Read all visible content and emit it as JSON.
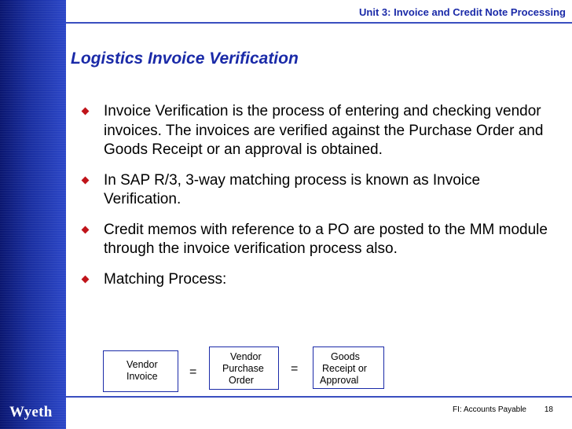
{
  "header": {
    "unit_title": "Unit 3: Invoice and Credit Note Processing"
  },
  "slide": {
    "title": "Logistics Invoice Verification"
  },
  "bullets": [
    {
      "text": "Invoice Verification is the process of entering and checking vendor invoices. The invoices are verified against the Purchase Order and Goods Receipt or an approval is obtained."
    },
    {
      "text": "In SAP R/3, 3-way matching process is known as Invoice Verification."
    },
    {
      "text": "Credit memos with reference to a PO are posted to the MM module through the invoice verification process also."
    },
    {
      "text": "Matching Process:"
    }
  ],
  "matching": {
    "box1": {
      "line1": "Vendor",
      "line2": "Invoice"
    },
    "eq1": "=",
    "box2": {
      "line1": "Vendor",
      "line2": "Purchase",
      "line3": "Order"
    },
    "eq2": "=",
    "box3": {
      "line1": "Goods",
      "line2": "Receipt or",
      "line3": "Approval"
    }
  },
  "footer": {
    "course": "FI: Accounts Payable",
    "page_number": "18"
  },
  "branding": {
    "logo_text": "Wyeth",
    "sidebar_color": "#1a2fa0",
    "accent": "#1a2aa8",
    "bullet_color": "#c0141a"
  }
}
